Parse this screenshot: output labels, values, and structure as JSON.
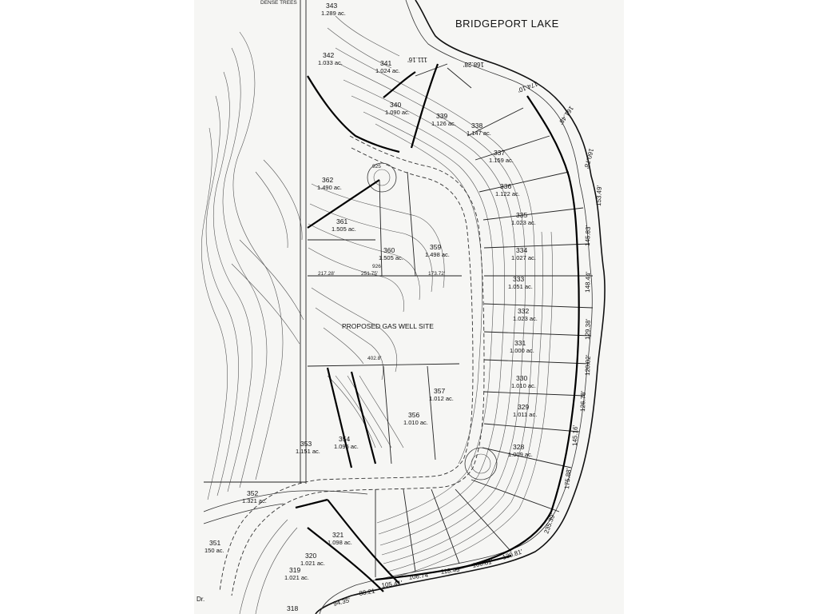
{
  "map": {
    "lake_label": "BRIDGEPORT LAKE",
    "dense_trees": "DENSE TREES",
    "gas_well_site": "PROPOSED GAS WELL SITE",
    "street_label": "Dr.",
    "lots": [
      {
        "id": "lot-343",
        "number": "343",
        "acres": "1.289 ac."
      },
      {
        "id": "lot-342",
        "number": "342",
        "acres": "1.033 ac."
      },
      {
        "id": "lot-341",
        "number": "341",
        "acres": "1.024 ac."
      },
      {
        "id": "lot-340",
        "number": "340",
        "acres": "1.090 ac."
      },
      {
        "id": "lot-339",
        "number": "339",
        "acres": "1.126 ac."
      },
      {
        "id": "lot-338",
        "number": "338",
        "acres": "1.147 ac."
      },
      {
        "id": "lot-337",
        "number": "337",
        "acres": "1.159 ac."
      },
      {
        "id": "lot-336",
        "number": "336",
        "acres": "1.122 ac."
      },
      {
        "id": "lot-335",
        "number": "335",
        "acres": "1.023 ac."
      },
      {
        "id": "lot-334",
        "number": "334",
        "acres": "1.027 ac."
      },
      {
        "id": "lot-333",
        "number": "333",
        "acres": "1.051 ac."
      },
      {
        "id": "lot-332",
        "number": "332",
        "acres": "1.023 ac."
      },
      {
        "id": "lot-331",
        "number": "331",
        "acres": "1.000 ac."
      },
      {
        "id": "lot-330",
        "number": "330",
        "acres": "1.010 ac."
      },
      {
        "id": "lot-329",
        "number": "329",
        "acres": "1.011 ac."
      },
      {
        "id": "lot-328",
        "number": "328",
        "acres": "1.009 ac."
      },
      {
        "id": "lot-362",
        "number": "362",
        "acres": "1.490 ac."
      },
      {
        "id": "lot-361",
        "number": "361",
        "acres": "1.505 ac."
      },
      {
        "id": "lot-360",
        "number": "360",
        "acres": "1.505 ac."
      },
      {
        "id": "lot-359",
        "number": "359",
        "acres": "1.498 ac."
      },
      {
        "id": "lot-357",
        "number": "357",
        "acres": "1.012 ac."
      },
      {
        "id": "lot-356",
        "number": "356",
        "acres": "1.010 ac."
      },
      {
        "id": "lot-353",
        "number": "353",
        "acres": "1.151 ac."
      },
      {
        "id": "lot-354",
        "number": "354",
        "acres": "1.096 ac."
      },
      {
        "id": "lot-352",
        "number": "352",
        "acres": "1.321 ac."
      },
      {
        "id": "lot-351",
        "number": "351",
        "acres": "150 ac."
      },
      {
        "id": "lot-321",
        "number": "321",
        "acres": "1.098 ac."
      },
      {
        "id": "lot-320",
        "number": "320",
        "acres": "1.021 ac."
      },
      {
        "id": "lot-319",
        "number": "319",
        "acres": "1.021 ac."
      },
      {
        "id": "lot-318",
        "number": "318",
        "acres": ""
      }
    ],
    "lake_dims": [
      "153.49'",
      "145.83'",
      "148.44'",
      "129.38'",
      "120.02'",
      "126.78'",
      "145.16'",
      "175.88'",
      "235.39'",
      "139.81'",
      "100.81'",
      "118.43'",
      "106.74'",
      "105.41'",
      "88.21",
      "94.35'"
    ],
    "top_dims": [
      "168.28'",
      "174.10'",
      "161.48'",
      "160.78'",
      "111.16'"
    ],
    "other_labels": [
      "925",
      "926",
      "402.8'",
      "251.75'",
      "217.28'",
      "173.72'"
    ]
  }
}
